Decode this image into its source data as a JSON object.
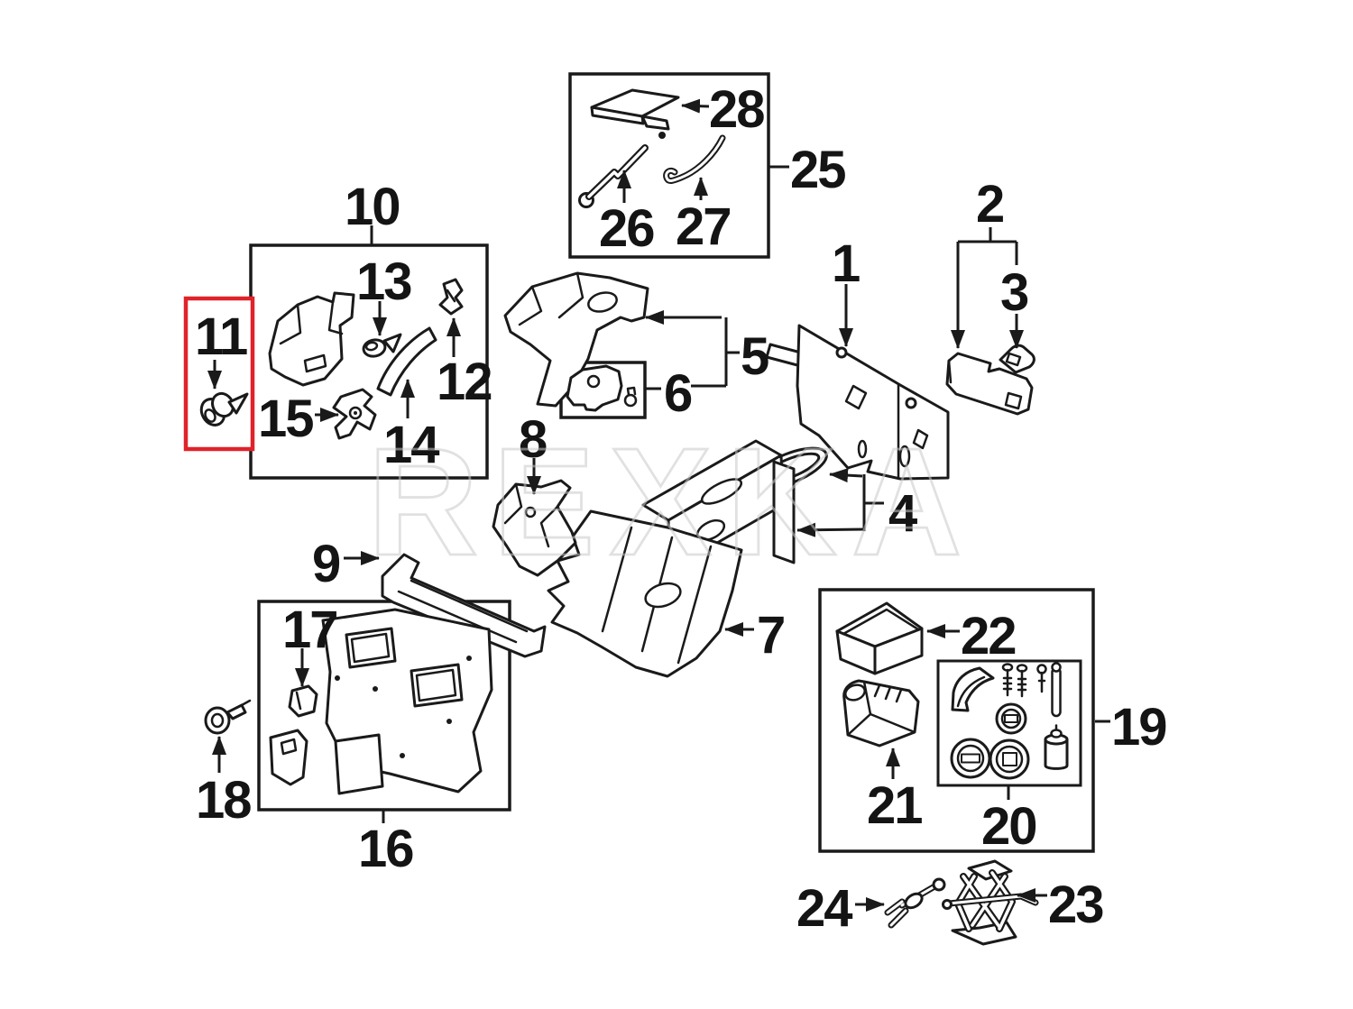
{
  "diagram": {
    "watermark": "REXKA",
    "highlighted_part": "11",
    "colors": {
      "line": "#1a1a1a",
      "highlight": "#e0222a",
      "watermark": "#c9c9c9"
    },
    "labels": {
      "1": "1",
      "2": "2",
      "3": "3",
      "4": "4",
      "5": "5",
      "6": "6",
      "7": "7",
      "8": "8",
      "9": "9",
      "10": "10",
      "11": "11",
      "12": "12",
      "13": "13",
      "14": "14",
      "15": "15",
      "16": "16",
      "17": "17",
      "18": "18",
      "19": "19",
      "20": "20",
      "21": "21",
      "22": "22",
      "23": "23",
      "24": "24",
      "25": "25",
      "26": "26",
      "27": "27",
      "28": "28"
    }
  }
}
